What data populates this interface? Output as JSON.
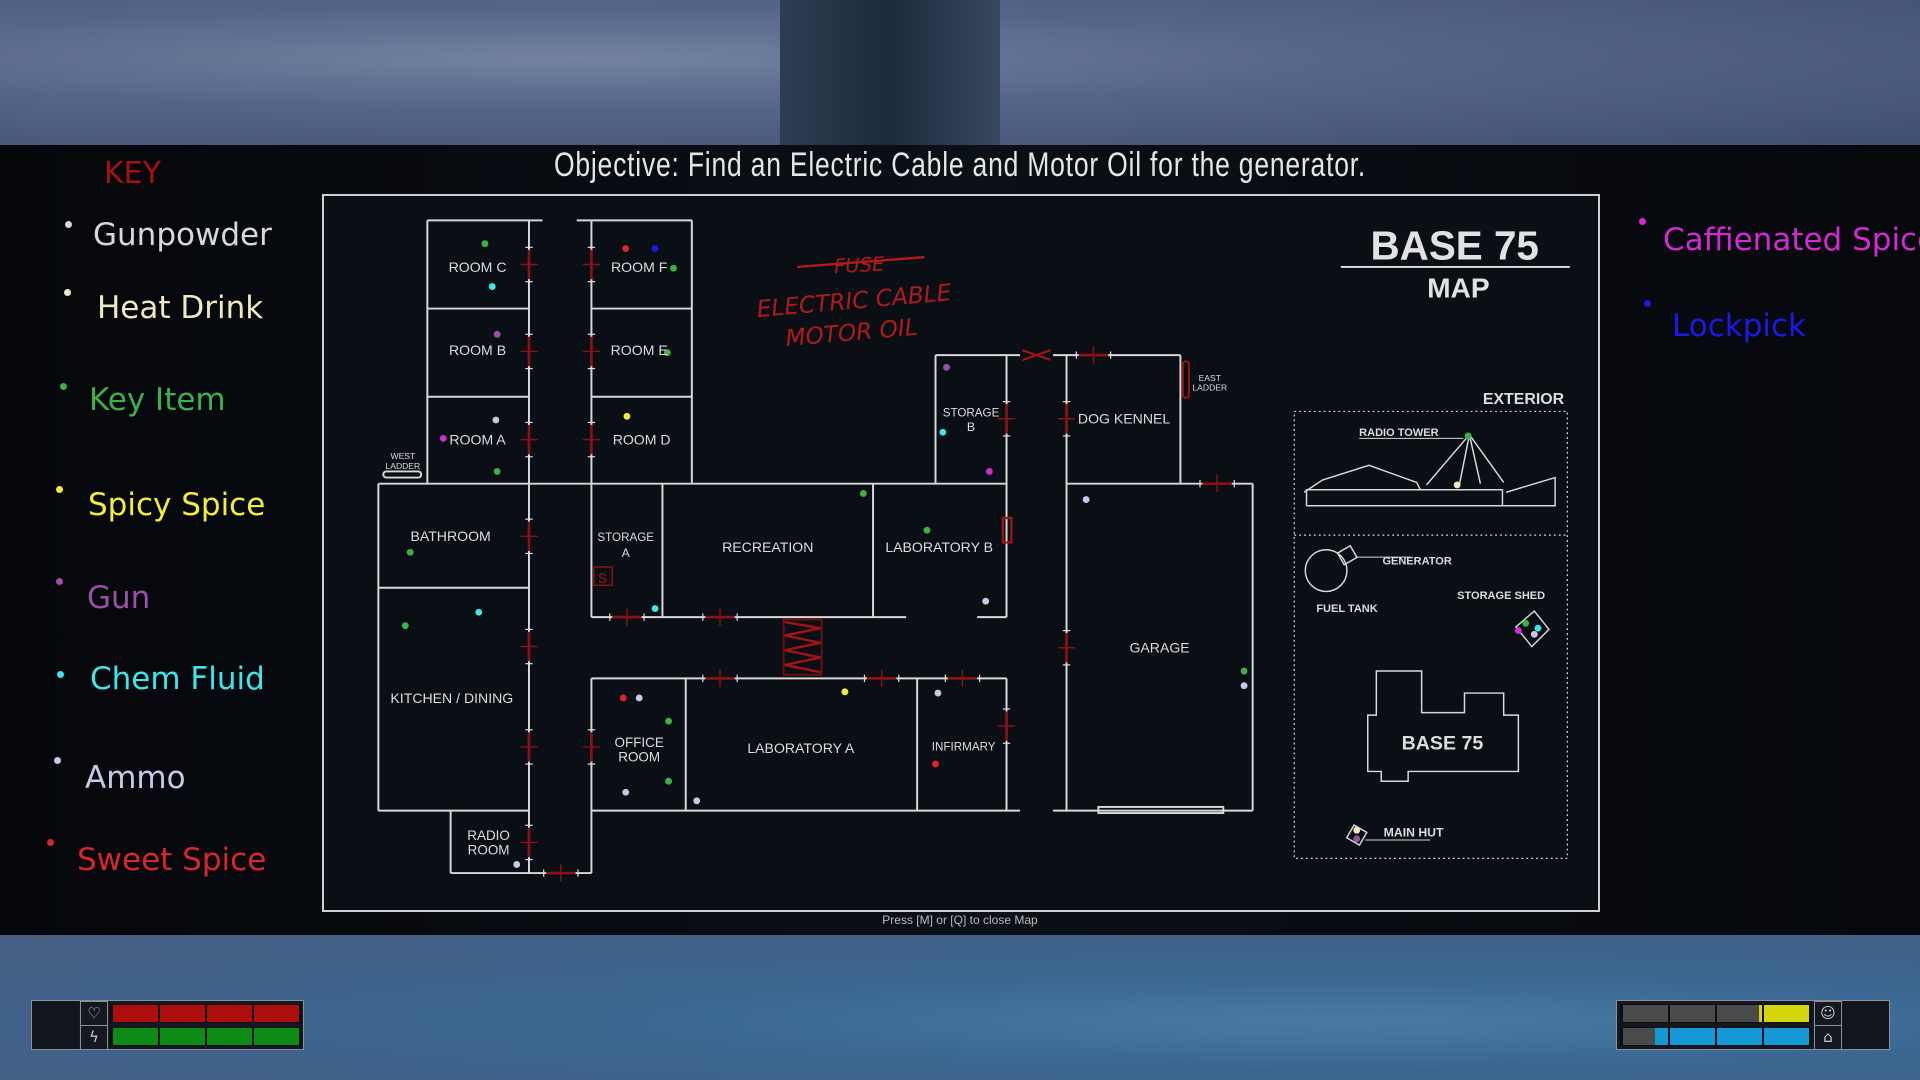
{
  "objective": "Objective: Find an Electric Cable and Motor Oil for the generator.",
  "close_hint": "Press [M] or [Q] to close Map",
  "key": {
    "title": "KEY",
    "items": [
      {
        "label": "Gunpowder",
        "color": "#d8d8d8"
      },
      {
        "label": "Heat Drink",
        "color": "#efe8c0"
      },
      {
        "label": "Key Item",
        "color": "#3db04a"
      },
      {
        "label": "Spicy Spice",
        "color": "#f2ef3a"
      },
      {
        "label": "Gun",
        "color": "#9b4fa6"
      },
      {
        "label": "Chem Fluid",
        "color": "#3ee6ea"
      },
      {
        "label": "Ammo",
        "color": "#c8c8e6"
      },
      {
        "label": "Sweet Spice",
        "color": "#d8262c"
      },
      {
        "label": "Caffienated Spice",
        "color": "#d42ad4"
      },
      {
        "label": "Lockpick",
        "color": "#1a1ae6"
      }
    ]
  },
  "map": {
    "title": "BASE 75",
    "subtitle": "MAP",
    "note": {
      "struck": "FUSE",
      "line1": "ELECTRIC CABLE",
      "line2": "MOTOR OIL"
    },
    "rooms": {
      "room_c": "ROOM C",
      "room_f": "ROOM F",
      "room_b": "ROOM B",
      "room_e": "ROOM E",
      "room_a": "ROOM A",
      "room_d": "ROOM D",
      "bathroom": "BATHROOM",
      "storage_a_1": "STORAGE",
      "storage_a_2": "A",
      "recreation": "RECREATION",
      "lab_b": "LABORATORY B",
      "storage_b_1": "STORAGE",
      "storage_b_2": "B",
      "dog_kennel": "DOG KENNEL",
      "kitchen": "KITCHEN / DINING",
      "office_1": "OFFICE",
      "office_2": "ROOM",
      "lab_a": "LABORATORY A",
      "infirmary": "INFIRMARY",
      "garage": "GARAGE",
      "radio_1": "RADIO",
      "radio_2": "ROOM",
      "west_ladder_1": "WEST",
      "west_ladder_2": "LADDER",
      "east_ladder_1": "EAST",
      "east_ladder_2": "LADDER",
      "save_marker": "S"
    },
    "exterior": {
      "title": "EXTERIOR",
      "radio_tower": "RADIO TOWER",
      "generator": "GENERATOR",
      "fuel_tank": "FUEL TANK",
      "storage_shed": "STORAGE SHED",
      "base": "BASE 75",
      "main_hut": "MAIN HUT"
    }
  },
  "hud": {
    "health": 1.0,
    "health_color": "#b00d0d",
    "stamina": 1.0,
    "stamina_color": "#0e8a16",
    "visibility": 0.27,
    "visibility_color": "#d6d40c",
    "warmth": 0.83,
    "warmth_color": "#139ad6"
  }
}
